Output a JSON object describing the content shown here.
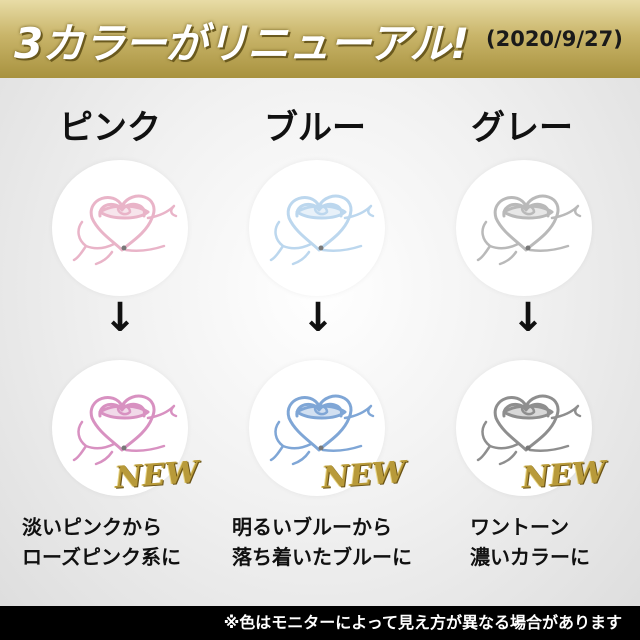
{
  "banner": {
    "title": "3カラーがリニューアル!",
    "date": "(2020/9/27)"
  },
  "columns": [
    {
      "label": "ピンク",
      "before_color": "#e9b4c8",
      "after_color": "#d891c1",
      "badge": "NEW",
      "desc_line1": "淡いピンクから",
      "desc_line2": "ローズピンク系に"
    },
    {
      "label": "ブルー",
      "before_color": "#bcd7ee",
      "after_color": "#7fa6d6",
      "badge": "NEW",
      "desc_line1": "明るいブルーから",
      "desc_line2": "落ち着いたブルーに"
    },
    {
      "label": "グレー",
      "before_color": "#b9b9b9",
      "after_color": "#8e8e8e",
      "badge": "NEW",
      "desc_line1": "ワントーン",
      "desc_line2": "濃いカラーに"
    }
  ],
  "arrow_symbol": "↓",
  "footer": {
    "note": "※色はモニターによって見え方が異なる場合があります"
  }
}
